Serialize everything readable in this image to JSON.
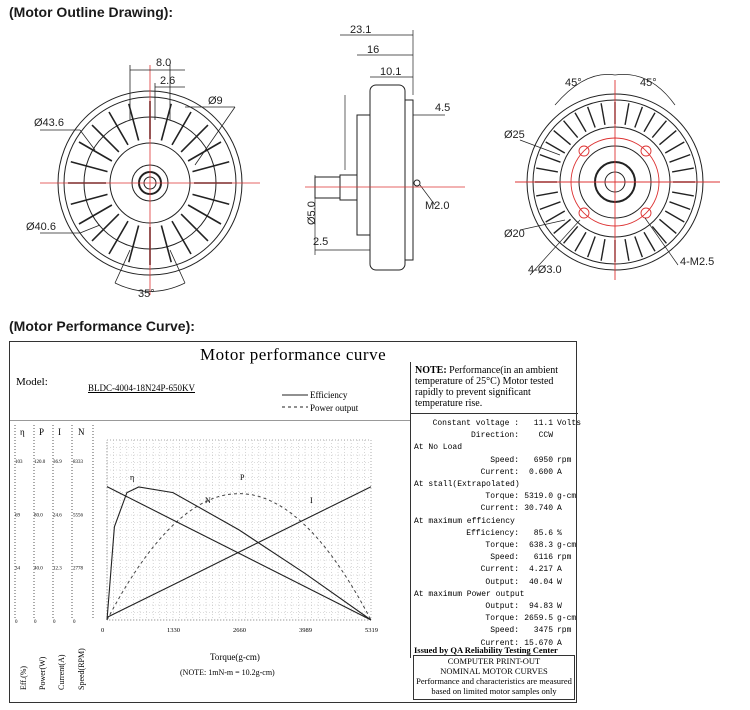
{
  "outline": {
    "title": "(Motor Outline Drawing):",
    "front": {
      "d1": "Ø43.6",
      "d2": "Ø40.6",
      "d3": "Ø9",
      "w1": "8.0",
      "w2": "2.6",
      "angle": "35°"
    },
    "side": {
      "l1": "23.1",
      "l2": "16",
      "l3": "10.1",
      "l4": "4.5",
      "shaft": "Ø5.0",
      "shaft_len": "2.5",
      "thread": "M2.0"
    },
    "rear": {
      "a1": "45°",
      "a2": "45°",
      "d1": "Ø25",
      "d2": "Ø20",
      "holes1": "4-Ø3.0",
      "holes2": "4-M2.5"
    }
  },
  "perf": {
    "title": "(Motor Performance Curve):",
    "chart_title": "Motor performance curve",
    "model_label": "Model:",
    "model_value": "BLDC-4004-18N24P-650KV",
    "legend_eff": "Efficiency",
    "legend_pow": "Power output",
    "note_bold": "NOTE:",
    "note_text": "Performance(in an ambient temperature of 25°C) Motor tested rapidly to prevent significant temperature rise.",
    "col_heads": [
      "η",
      "P",
      "I",
      "N"
    ],
    "axis_vals": {
      "eff": [
        "103",
        "69",
        "34",
        "0"
      ],
      "pow": [
        "120.0",
        "80.0",
        "40.0",
        "0"
      ],
      "cur": [
        "36.9",
        "24.6",
        "12.3",
        "0"
      ],
      "spd": [
        "8333",
        "5556",
        "2778",
        "0"
      ]
    },
    "axis_titles": [
      "Eff.(%)",
      "Power(W)",
      "Current(A)",
      "Speed(RPM)"
    ],
    "x_ticks": [
      "0",
      "1330",
      "2660",
      "3989",
      "5319"
    ],
    "x_label": "Torque(g-cm)",
    "x_note": "(NOTE: 1mN-m = 10.2g-cm)",
    "curve_labels": [
      "η",
      "P",
      "N",
      "I"
    ],
    "specs": [
      {
        "label": "Constant voltage :",
        "value": "11.1",
        "unit": "Volts",
        "indent": true
      },
      {
        "label": "Direction:",
        "value": "CCW",
        "unit": "",
        "indent": true
      },
      {
        "label": "At No Load",
        "value": "",
        "unit": "",
        "indent": false
      },
      {
        "label": "Speed:",
        "value": "6950",
        "unit": "rpm",
        "indent": true
      },
      {
        "label": "Current:",
        "value": "0.600",
        "unit": "A",
        "indent": true
      },
      {
        "label": "At stall(Extrapolated)",
        "value": "",
        "unit": "",
        "indent": false
      },
      {
        "label": "Torque:",
        "value": "5319.0",
        "unit": "g-cm",
        "indent": true
      },
      {
        "label": "Current:",
        "value": "30.740",
        "unit": "A",
        "indent": true
      },
      {
        "label": "At maximum efficiency",
        "value": "",
        "unit": "",
        "indent": false
      },
      {
        "label": "Efficiency:",
        "value": "85.6",
        "unit": "%",
        "indent": true
      },
      {
        "label": "Torque:",
        "value": "638.3",
        "unit": "g-cm",
        "indent": true
      },
      {
        "label": "Speed:",
        "value": "6116",
        "unit": "rpm",
        "indent": true
      },
      {
        "label": "Current:",
        "value": "4.217",
        "unit": "A",
        "indent": true
      },
      {
        "label": "Output:",
        "value": "40.04",
        "unit": "W",
        "indent": true
      },
      {
        "label": "At maximum Power output",
        "value": "",
        "unit": "",
        "indent": false
      },
      {
        "label": "Output:",
        "value": "94.83",
        "unit": "W",
        "indent": true
      },
      {
        "label": "Torque:",
        "value": "2659.5",
        "unit": "g-cm",
        "indent": true
      },
      {
        "label": "Speed:",
        "value": "3475",
        "unit": "rpm",
        "indent": true
      },
      {
        "label": "Current:",
        "value": "15.670",
        "unit": "A",
        "indent": true
      }
    ],
    "issued": "Issued by QA Reliability Testing Center",
    "footer1": "COMPUTER PRINT-OUT",
    "footer2": "NOMINAL MOTOR CURVES",
    "footer3": "Performance and characteristics are measured based on limited motor samples only"
  },
  "chart_data": {
    "type": "line",
    "x": [
      0,
      638.3,
      1330,
      2659.5,
      3989,
      5319
    ],
    "xlabel": "Torque(g-cm)",
    "xlim": [
      0,
      5319
    ],
    "series": [
      {
        "name": "Efficiency",
        "values": [
          0,
          85.6,
          82,
          58,
          30,
          0
        ]
      },
      {
        "name": "Power output",
        "values": [
          0,
          40.04,
          70,
          94.83,
          70,
          0
        ]
      },
      {
        "name": "N",
        "values": [
          6950,
          6116,
          5210,
          3475,
          1740,
          0
        ]
      },
      {
        "name": "I",
        "values": [
          0.6,
          4.217,
          8.1,
          15.67,
          23.2,
          30.74
        ]
      }
    ]
  }
}
